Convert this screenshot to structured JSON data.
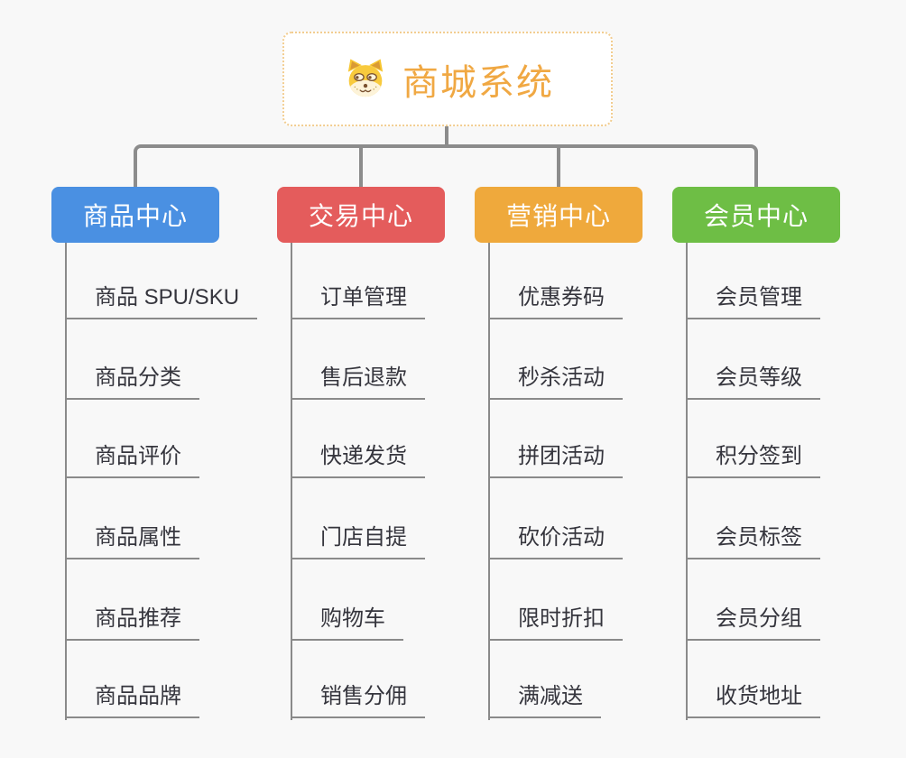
{
  "canvas": {
    "background": "#f8f8f8",
    "connector_color": "#8c8c8c"
  },
  "root": {
    "title": "商城系统",
    "icon": "doge-dog-face-icon",
    "text_color": "#f0a843",
    "border_color": "#f2cd90"
  },
  "branches": [
    {
      "label": "商品中心",
      "color": "#4a90e2",
      "leaves": [
        "商品 SPU/SKU",
        "商品分类",
        "商品评价",
        "商品属性",
        "商品推荐",
        "商品品牌"
      ]
    },
    {
      "label": "交易中心",
      "color": "#e45c5c",
      "leaves": [
        "订单管理",
        "售后退款",
        "快递发货",
        "门店自提",
        "购物车",
        "销售分佣"
      ]
    },
    {
      "label": "营销中心",
      "color": "#efa93c",
      "leaves": [
        "优惠券码",
        "秒杀活动",
        "拼团活动",
        "砍价活动",
        "限时折扣",
        "满减送"
      ]
    },
    {
      "label": "会员中心",
      "color": "#6ebe45",
      "leaves": [
        "会员管理",
        "会员等级",
        "积分签到",
        "会员标签",
        "会员分组",
        "收货地址"
      ]
    }
  ]
}
